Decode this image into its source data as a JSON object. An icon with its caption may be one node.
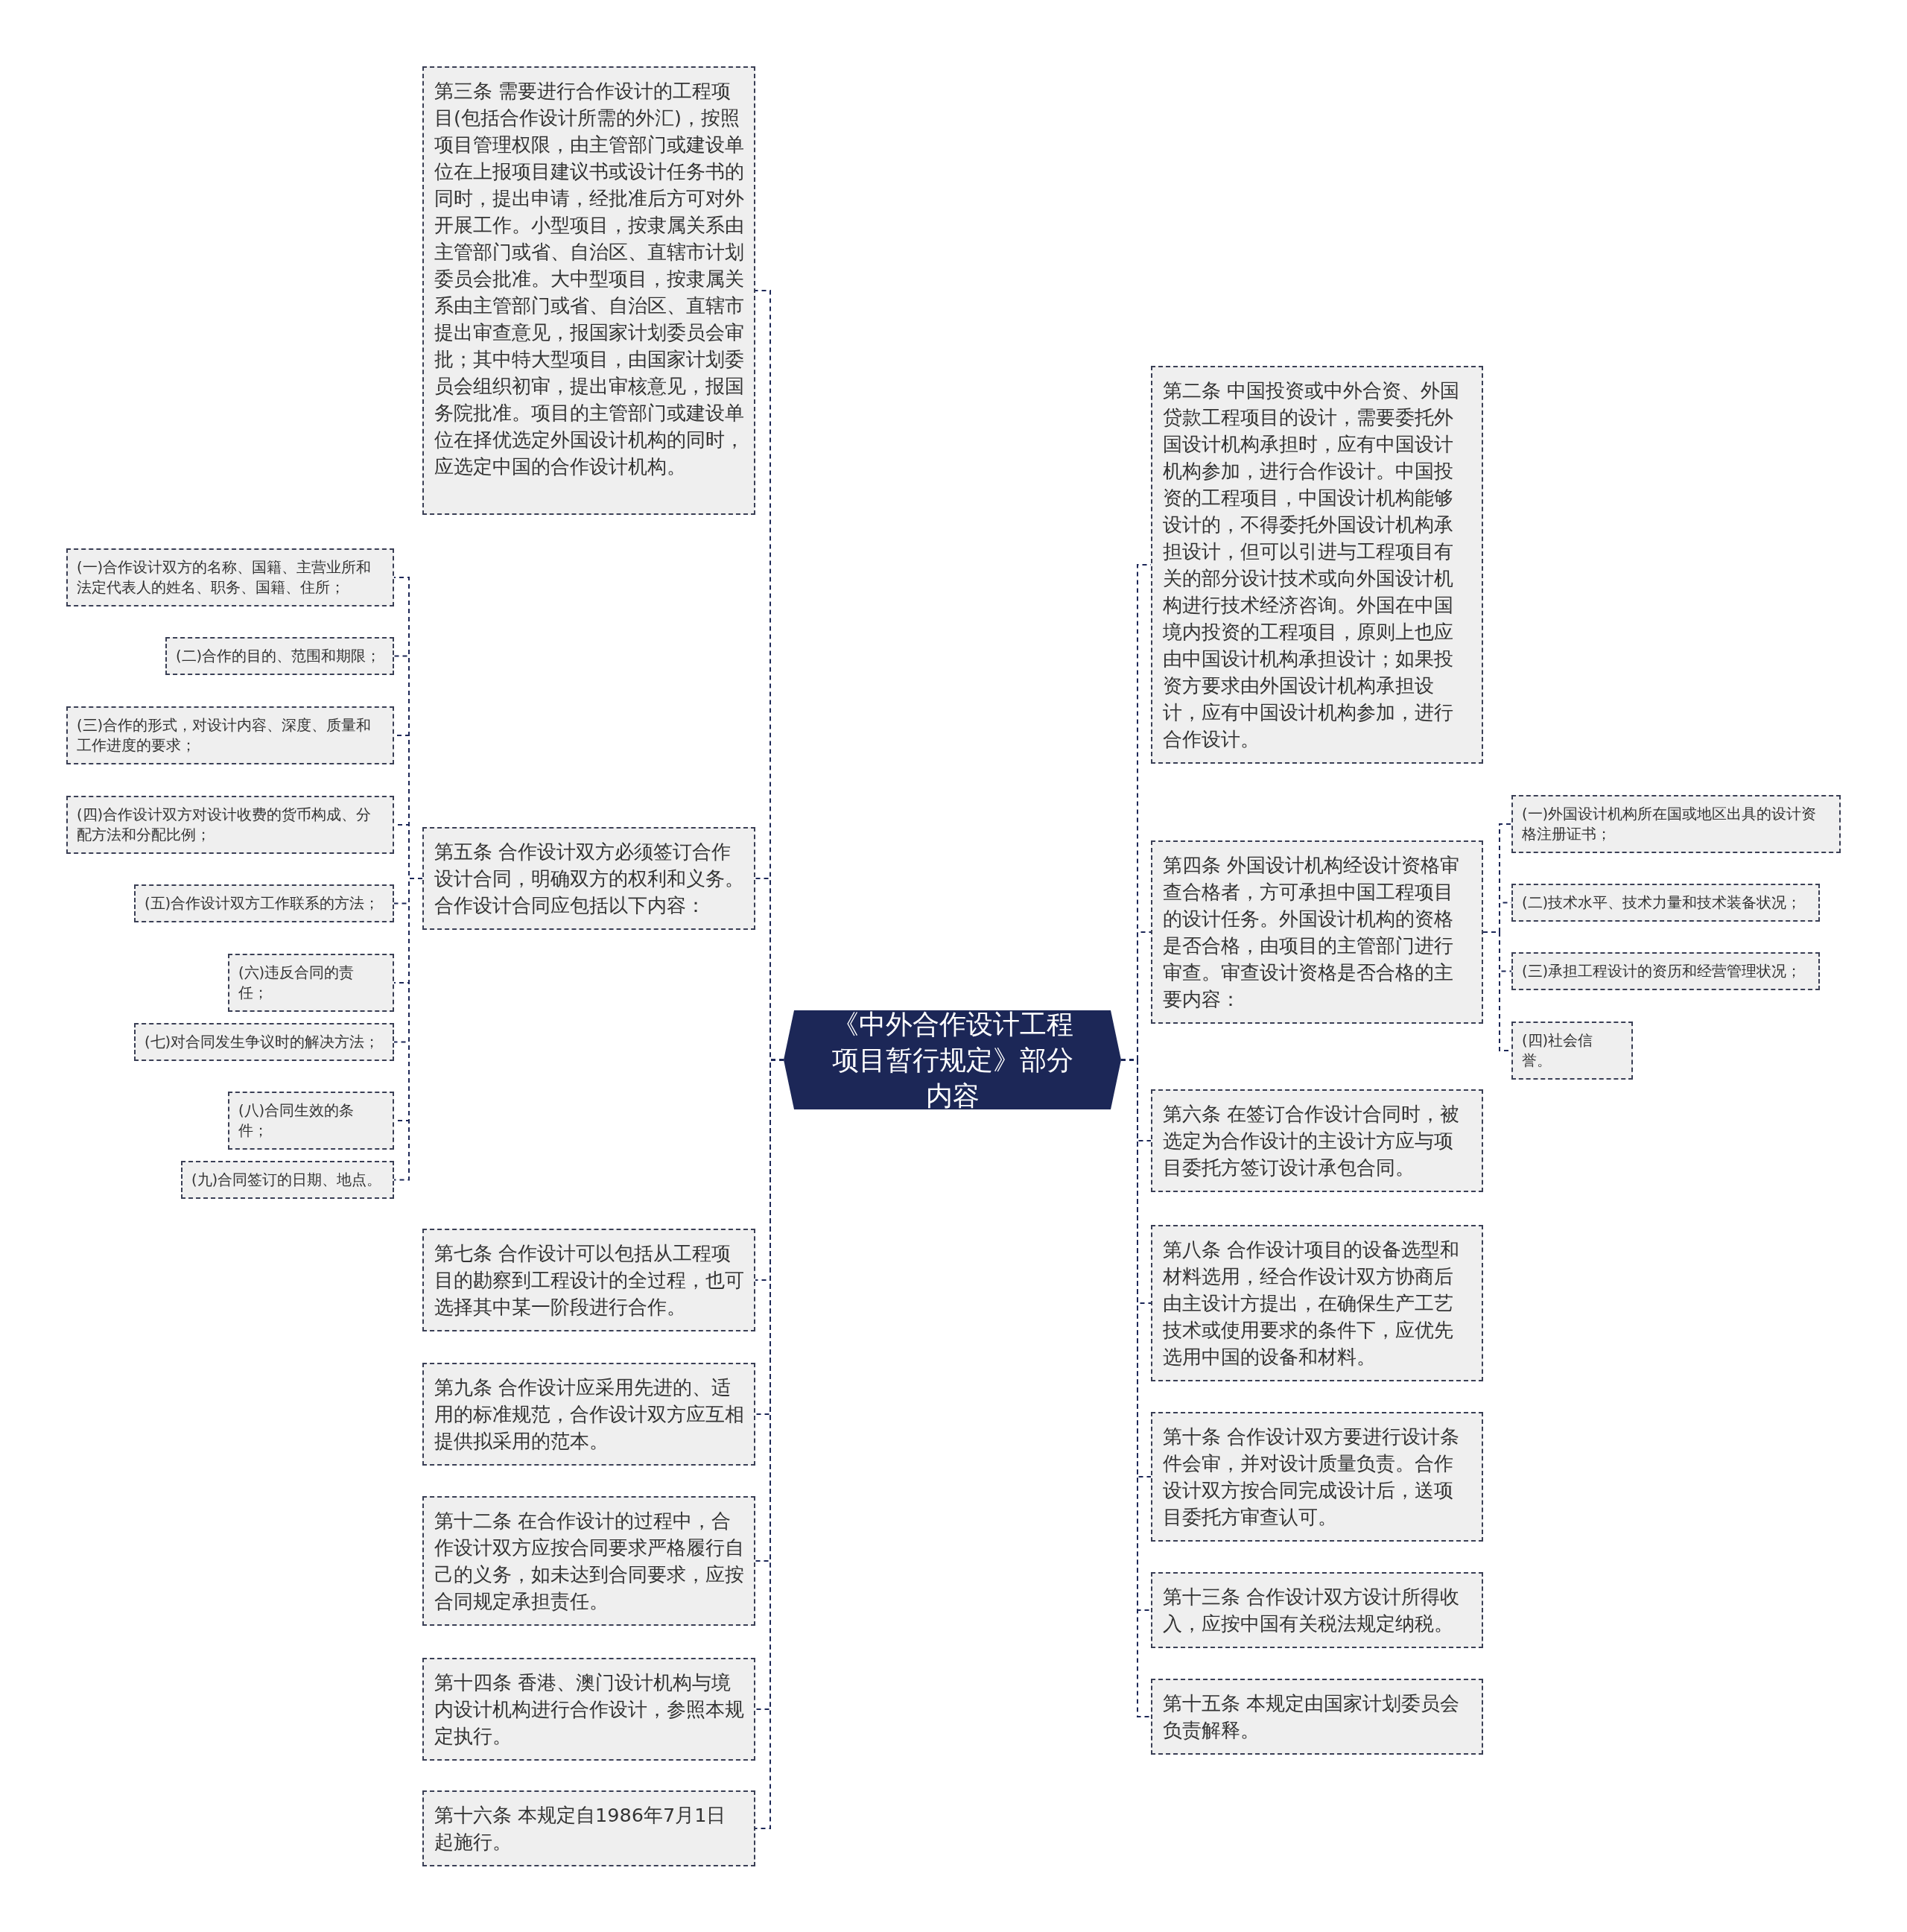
{
  "diagram": {
    "nodes": [
      {
        "text": [
          "《中外合作设计工程项目暂行规定》部分内容"
        ]
      },
      {
        "text": [
          "第三条 需要进行合作设计的工程项目(包括合作设计所需的外汇)，按照项目管理权限，由主管部门或建设单位在上报项目建议书或设计任务书的同时，提出申请，经批准后方可对外开展工作。小型项目，按隶属关系由主管部门或省、自治区、直辖市计划委员会批准。大中型项目，按隶属关系由主管部门或省、自治区、直辖市提出审查意见，报国家计划委员会审批；其中特大型项目，由国家计划委员会组织初审，提出审核意见，报国务院批准。项目的主管部门或建设单位在择优选定外国设计机构的同时，应选定中国的合作设计机构。"
        ]
      },
      {
        "text": [
          "第五条 合作设计双方必须签订合作设计合同，明确双方的权利和义务。合作设计合同应包括以下内容："
        ]
      },
      {
        "text": [
          "(一)合作设计双方的名称、国籍、主营业所和法定代表人的姓名、职务、国籍、住所；"
        ]
      },
      {
        "text": [
          "(二)合作的目的、范围和期限；"
        ]
      },
      {
        "text": [
          "(三)合作的形式，对设计内容、深度、质量和工作进度的要求；"
        ]
      },
      {
        "text": [
          "(四)合作设计双方对设计收费的货币构成、分配方法和分配比例；"
        ]
      },
      {
        "text": [
          "(五)合作设计双方工作联系的方法；"
        ]
      },
      {
        "text": [
          "(六)违反合同的责任；"
        ]
      },
      {
        "text": [
          "(七)对合同发生争议时的解决方法；"
        ]
      },
      {
        "text": [
          "(八)合同生效的条件；"
        ]
      },
      {
        "text": [
          "(九)合同签订的日期、地点。"
        ]
      },
      {
        "text": [
          "第七条 合作设计可以包括从工程项目的勘察到工程设计的全过程，也可选择其中某一阶段进行合作。"
        ]
      },
      {
        "text": [
          "第九条 合作设计应采用先进的、适用的标准规范，合作设计双方应互相提供拟采用的范本。"
        ]
      },
      {
        "text": [
          "第十二条 在合作设计的过程中，合作设计双方应按合同要求严格履行自己的义务，如未达到合同要求，应按合同规定承担责任。"
        ]
      },
      {
        "text": [
          "第十四条 香港、澳门设计机构与境内设计机构进行合作设计，参照本规定执行。"
        ]
      },
      {
        "text": [
          "第十六条 本规定自1986年7月1日起施行。"
        ]
      },
      {
        "text": [
          "第二条 中国投资或中外合资、外国贷款工程项目的设计，需要委托外国设计机构承担时，应有中国设计机构参加，进行合作设计。中国投资的工程项目，中国设计机构能够设计的，不得委托外国设计机构承担设计，但可以引进与工程项目有关的部分设计技术或向外国设计机构进行技术经济咨询。外国在中国境内投资的工程项目，原则上也应由中国设计机构承担设计；如果投资方要求由外国设计机构承担设计，应有中国设计机构参加，进行合作设计。"
        ]
      },
      {
        "text": [
          "第四条 外国设计机构经设计资格审查合格者，方可承担中国工程项目的设计任务。外国设计机构的资格是否合格，由项目的主管部门进行审查。审查设计资格是否合格的主要内容："
        ]
      },
      {
        "text": [
          "(一)外国设计机构所在国或地区出具的设计资格注册证书；"
        ]
      },
      {
        "text": [
          "(二)技术水平、技术力量和技术装备状况；"
        ]
      },
      {
        "text": [
          "(三)承担工程设计的资历和经营管理状况；"
        ]
      },
      {
        "text": [
          "(四)社会信誉。"
        ]
      },
      {
        "text": [
          "第六条 在签订合作设计合同时，被选定为合作设计的主设计方应与项目委托方签订设计承包合同。"
        ]
      },
      {
        "text": [
          "第八条 合作设计项目的设备选型和材料选用，经合作设计双方协商后由主设计方提出，在确保生产工艺技术或使用要求的条件下，应优先选用中国的设备和材料。"
        ]
      },
      {
        "text": [
          "第十条 合作设计双方要进行设计条件会审，并对设计质量负责。合作设计双方按合同完成设计后，送项目委托方审查认可。"
        ]
      },
      {
        "text": [
          "第十三条 合作设计双方设计所得收入，应按中国有关税法规定纳税。"
        ]
      },
      {
        "text": [
          "第十五条 本规定由国家计划委员会负责解释。"
        ]
      }
    ],
    "edges": [
      {
        "from": 0,
        "to": 1,
        "arrow": "none"
      },
      {
        "from": 0,
        "to": 2,
        "arrow": "none"
      },
      {
        "from": 2,
        "to": 3,
        "arrow": "none"
      },
      {
        "from": 2,
        "to": 4,
        "arrow": "none"
      },
      {
        "from": 2,
        "to": 5,
        "arrow": "none"
      },
      {
        "from": 2,
        "to": 6,
        "arrow": "none"
      },
      {
        "from": 2,
        "to": 7,
        "arrow": "none"
      },
      {
        "from": 2,
        "to": 8,
        "arrow": "none"
      },
      {
        "from": 2,
        "to": 9,
        "arrow": "none"
      },
      {
        "from": 2,
        "to": 10,
        "arrow": "none"
      },
      {
        "from": 2,
        "to": 11,
        "arrow": "none"
      },
      {
        "from": 0,
        "to": 12,
        "arrow": "none"
      },
      {
        "from": 0,
        "to": 13,
        "arrow": "none"
      },
      {
        "from": 0,
        "to": 14,
        "arrow": "none"
      },
      {
        "from": 0,
        "to": 15,
        "arrow": "none"
      },
      {
        "from": 0,
        "to": 16,
        "arrow": "none"
      },
      {
        "from": 0,
        "to": 17,
        "arrow": "none"
      },
      {
        "from": 0,
        "to": 18,
        "arrow": "none"
      },
      {
        "from": 18,
        "to": 19,
        "arrow": "none"
      },
      {
        "from": 18,
        "to": 20,
        "arrow": "none"
      },
      {
        "from": 18,
        "to": 21,
        "arrow": "none"
      },
      {
        "from": 18,
        "to": 22,
        "arrow": "none"
      },
      {
        "from": 0,
        "to": 23,
        "arrow": "none"
      },
      {
        "from": 0,
        "to": 24,
        "arrow": "none"
      },
      {
        "from": 0,
        "to": 25,
        "arrow": "none"
      },
      {
        "from": 0,
        "to": 26,
        "arrow": "none"
      },
      {
        "from": 0,
        "to": 27,
        "arrow": "none"
      }
    ]
  }
}
